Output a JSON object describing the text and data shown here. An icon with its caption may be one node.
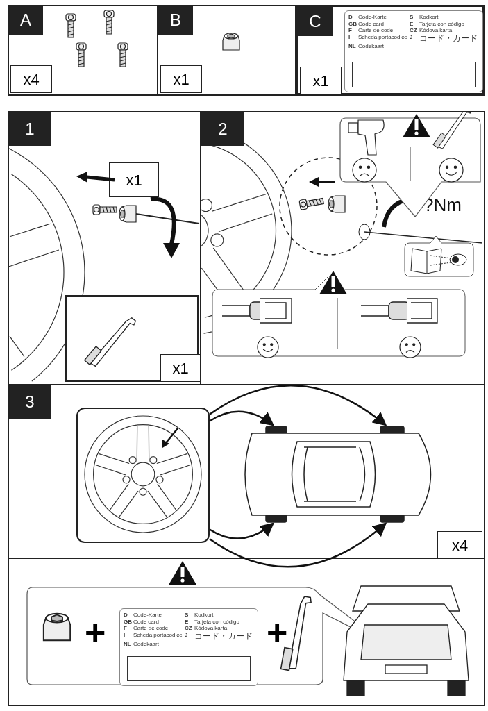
{
  "diagram": {
    "nodes": [
      {
        "text": [
          "A",
          "x4"
        ]
      },
      {
        "text": [
          "B",
          "x1"
        ]
      },
      {
        "text": [
          "C",
          "x1"
        ]
      },
      {
        "text": [
          "D",
          "Code-Karte",
          "S",
          "Kodkort",
          "GB",
          "Code card",
          "E",
          "Tarjeta con código",
          "F",
          "Carte de code",
          "CZ",
          "Kódova karta",
          "I",
          "Scheda portacodice",
          "J",
          "コード・カード",
          "NL",
          "Codekaart"
        ],
        "in": 2
      },
      {
        "text": [
          "1",
          "x1"
        ]
      },
      {
        "text": [
          "x1"
        ],
        "in": 4
      },
      {
        "text": [
          "2"
        ]
      },
      {
        "text": [
          "3",
          "x4"
        ]
      },
      {
        "text": [],
        "shape": "picture",
        "in": 7
      },
      {
        "text": [],
        "shape": "picture",
        "in": 7
      },
      {
        "text": [
          "D",
          "Code-Karte",
          "S",
          "Kodkort",
          "GB",
          "Code card",
          "E",
          "Tarjeta con código",
          "F",
          "Carte de code",
          "CZ",
          "Kódova karta",
          "I",
          "Scheda portacodice",
          "J",
          "コード・カード",
          "NL",
          "Codekaart"
        ]
      }
    ],
    "edges": [
      {
        "from": 8,
        "to": 9,
        "arrow": "to"
      },
      {
        "from": 8,
        "to": 9,
        "arrow": "to"
      },
      {
        "from": 8,
        "to": 9,
        "arrow": "to"
      },
      {
        "from": 8,
        "to": 9,
        "arrow": "to"
      }
    ],
    "labels": [
      "?Nm",
      "+",
      "+"
    ]
  }
}
